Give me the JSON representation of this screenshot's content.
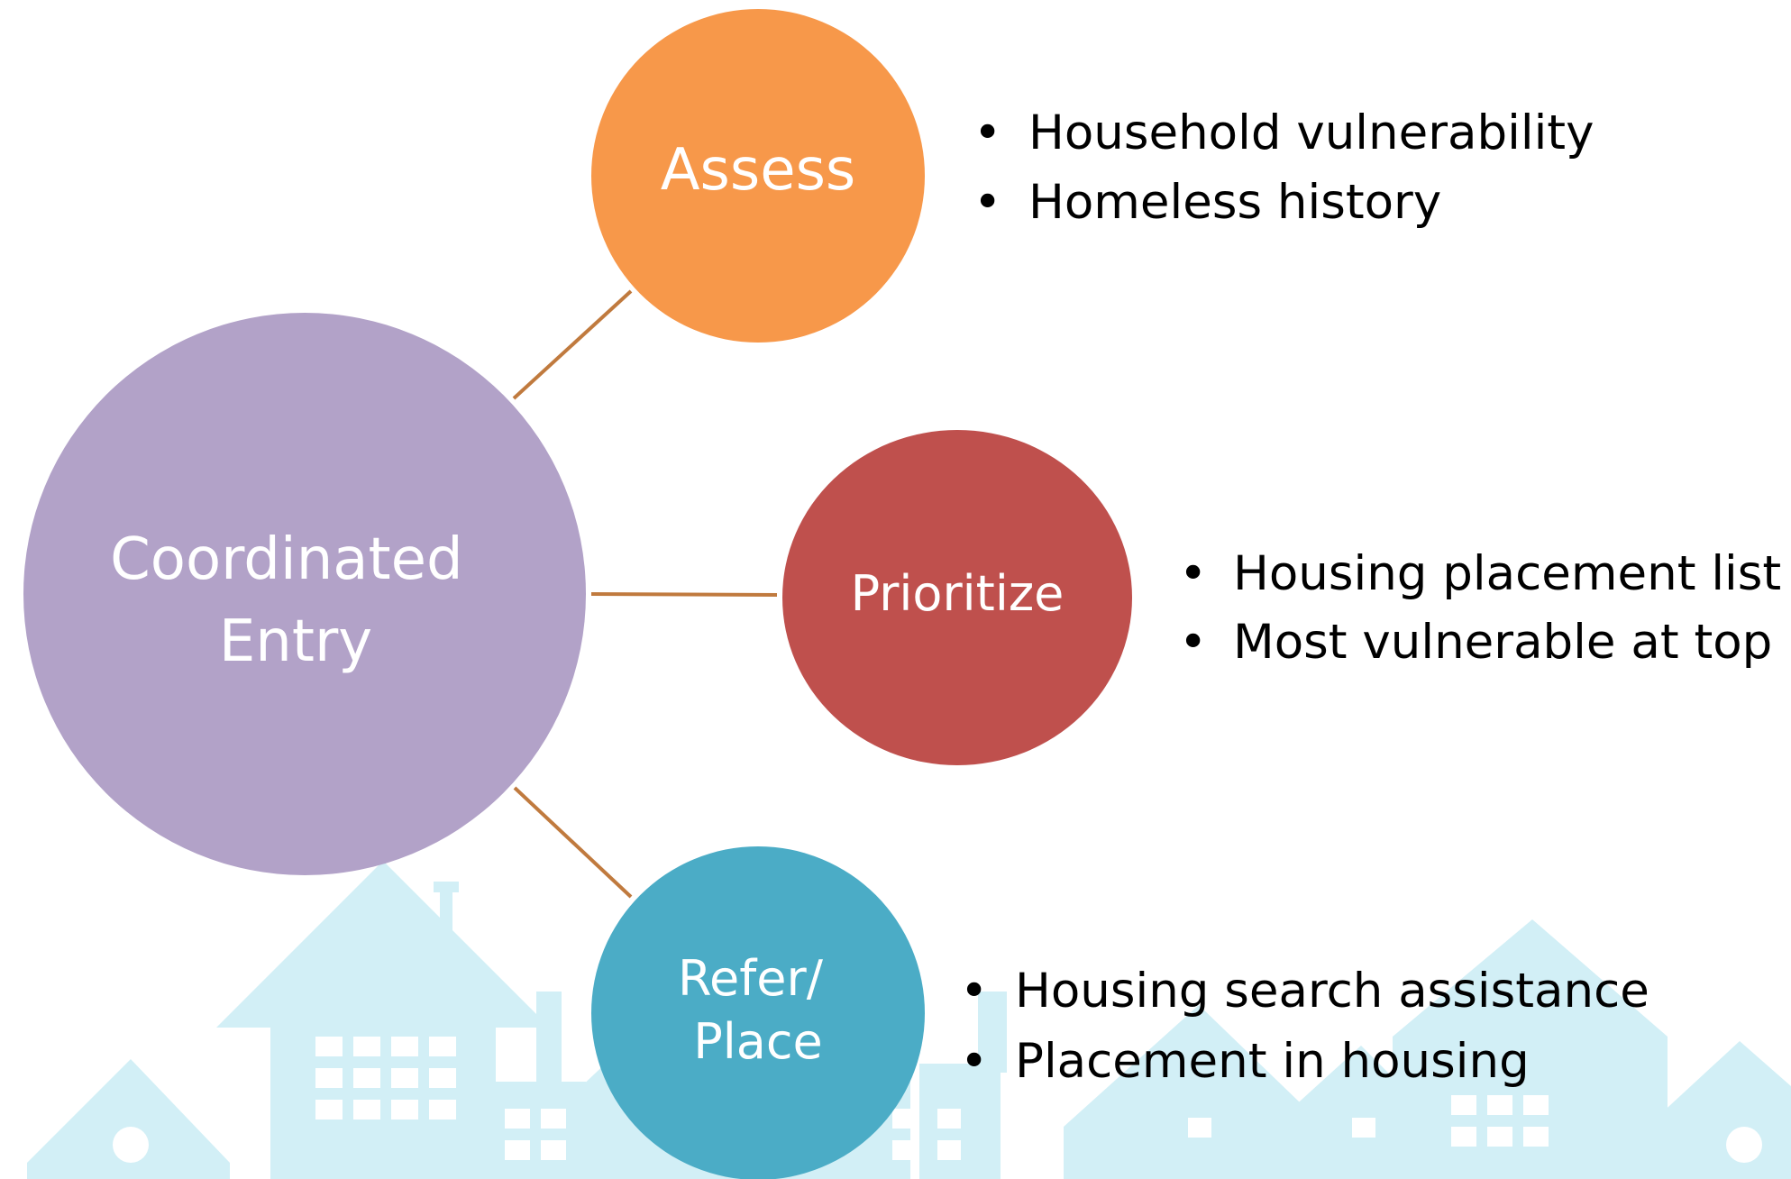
{
  "diagram": {
    "colors": {
      "background": "#ffffff",
      "skyline": "#d2eff6",
      "skyline_windows": "#ffffff",
      "connector": "#c07a3e",
      "center": "#b2a2c8",
      "assess": "#f7984a",
      "prioritize": "#bf504d",
      "refer": "#4bacc6",
      "text": "#000000"
    },
    "center": {
      "label_lines": [
        "Coordinated",
        "Entry"
      ]
    },
    "nodes": [
      {
        "id": "assess",
        "label_lines": [
          "Assess"
        ],
        "bullets": [
          "Household vulnerability",
          "Homeless history"
        ]
      },
      {
        "id": "prioritize",
        "label_lines": [
          "Prioritize"
        ],
        "bullets": [
          "Housing placement list",
          "Most vulnerable at top"
        ]
      },
      {
        "id": "refer",
        "label_lines": [
          "Refer/",
          "Place"
        ],
        "bullets": [
          "Housing search assistance",
          "Placement in housing"
        ]
      }
    ],
    "bullet_glyph": "•"
  }
}
